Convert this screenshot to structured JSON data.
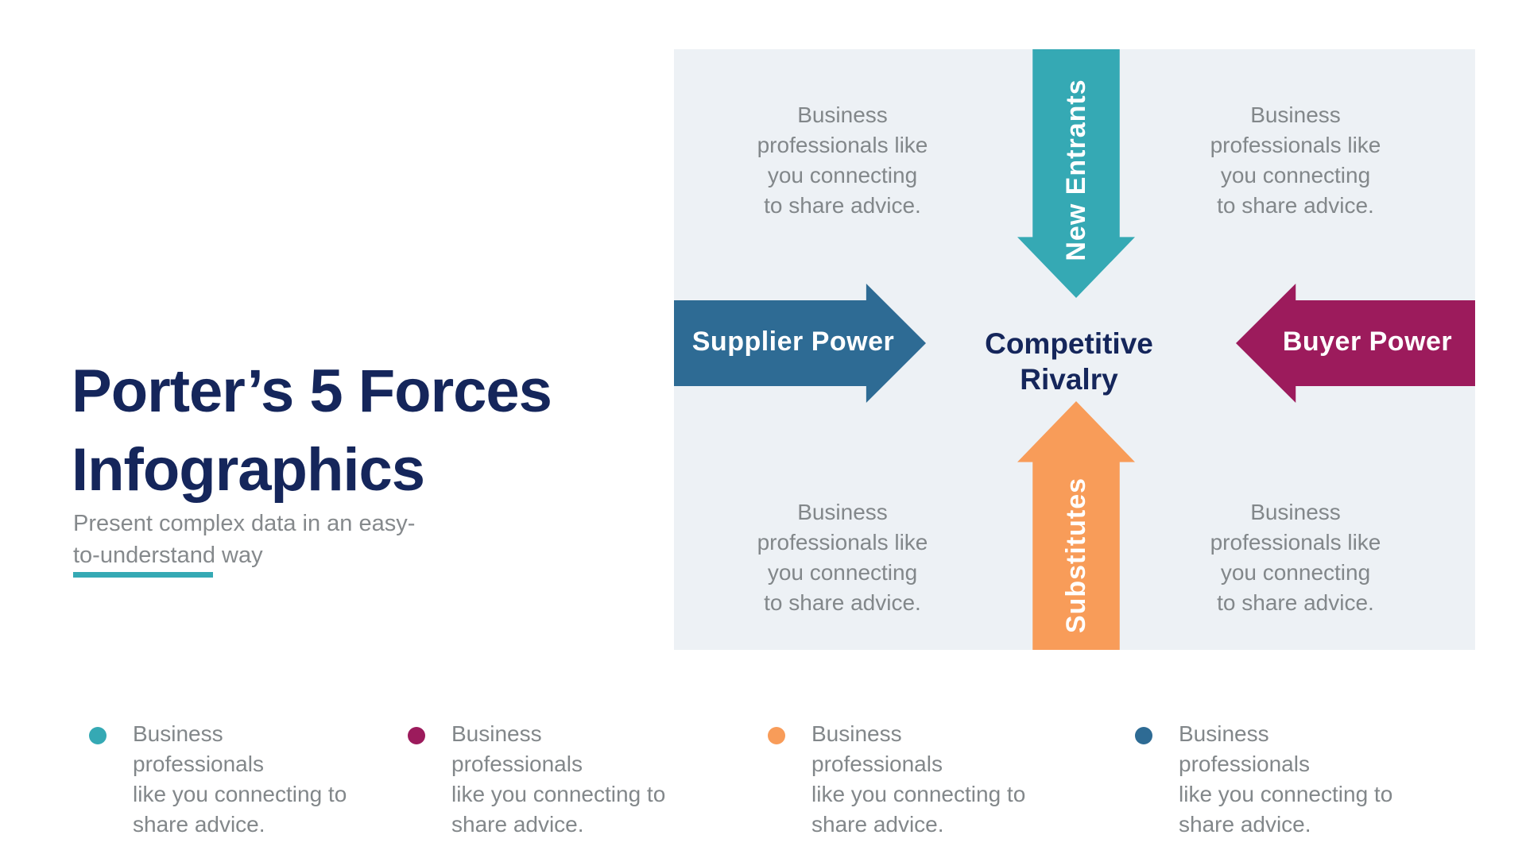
{
  "colors": {
    "navy": "#15265B",
    "gray_text": "#82878A",
    "panel_background": "#EDF1F5",
    "teal": "#35A9B4",
    "steel_blue": "#2E6B94",
    "berry": "#9C1B5C",
    "orange": "#F89C59",
    "white": "#FFFFFF"
  },
  "left": {
    "title_lines": [
      "Porter’s 5 Forces",
      "Infographics"
    ],
    "subtitle_lines": [
      "Present complex data in an easy-",
      "to-understand way"
    ]
  },
  "diagram": {
    "center_label_lines": [
      "Competitive",
      "Rivalry"
    ],
    "forces": [
      {
        "id": "new-entrants",
        "label": "New Entrants",
        "direction": "down",
        "color": "#35A9B4"
      },
      {
        "id": "supplier-power",
        "label": "Supplier Power",
        "direction": "right",
        "color": "#2E6B94"
      },
      {
        "id": "buyer-power",
        "label": "Buyer Power",
        "direction": "left",
        "color": "#9C1B5C"
      },
      {
        "id": "substitutes",
        "label": "Substitutes",
        "direction": "up",
        "color": "#F89C59"
      }
    ],
    "quadrants": [
      {
        "position": "top-left",
        "lines": [
          "Business",
          "professionals like",
          "you connecting",
          "to share advice."
        ]
      },
      {
        "position": "top-right",
        "lines": [
          "Business",
          "professionals like",
          "you connecting",
          "to share advice."
        ]
      },
      {
        "position": "bottom-left",
        "lines": [
          "Business",
          "professionals like",
          "you connecting",
          "to share advice."
        ]
      },
      {
        "position": "bottom-right",
        "lines": [
          "Business",
          "professionals like",
          "you connecting",
          "to share advice."
        ]
      }
    ]
  },
  "legend": {
    "items": [
      {
        "color": "#35A9B4",
        "lines": [
          "Business professionals",
          "like you connecting to",
          "share advice."
        ]
      },
      {
        "color": "#9C1B5C",
        "lines": [
          "Business professionals",
          "like you connecting to",
          "share advice."
        ]
      },
      {
        "color": "#F89C59",
        "lines": [
          "Business professionals",
          "like you connecting to",
          "share advice."
        ]
      },
      {
        "color": "#2E6B94",
        "lines": [
          "Business professionals",
          "like you connecting to",
          "share advice."
        ]
      }
    ]
  }
}
